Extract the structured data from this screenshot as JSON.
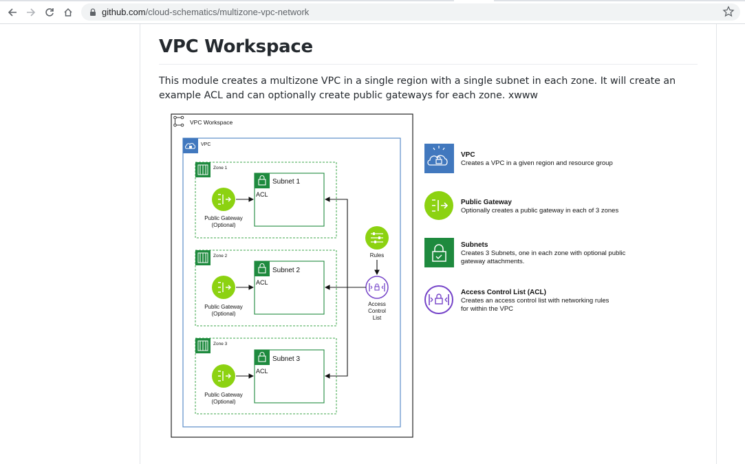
{
  "browser": {
    "url_host": "github.com",
    "url_path": "/cloud-schematics/multizone-vpc-network"
  },
  "readme": {
    "title": "VPC Workspace",
    "description": "This module creates a multizone VPC in a single region with a single subnet in each zone. It will create an example ACL and can optionally create public gateways for each zone. xwww"
  },
  "diagram": {
    "workspace_label": "VPC Workspace",
    "vpc_label": "VPC",
    "zones": [
      {
        "label": "Zone 1",
        "subnet": "Subnet 1",
        "acl": "ACL",
        "gateway_line1": "Public Gateway",
        "gateway_line2": "(Optional)"
      },
      {
        "label": "Zone 2",
        "subnet": "Subnet 2",
        "acl": "ACL",
        "gateway_line1": "Public Gateway",
        "gateway_line2": "(Optional)"
      },
      {
        "label": "Zone 3",
        "subnet": "Subnet 3",
        "acl": "ACL",
        "gateway_line1": "Public Gateway",
        "gateway_line2": "(Optional)"
      }
    ],
    "rules_label": "Rules",
    "acl_line1": "Access",
    "acl_line2": "Control",
    "acl_line3": "List",
    "legend": [
      {
        "title": "VPC",
        "desc1": "Creates a VPC in a given region and resource group",
        "desc2": ""
      },
      {
        "title": "Public Gateway",
        "desc1": "Optionally creates a public gateway in each of 3 zones",
        "desc2": ""
      },
      {
        "title": "Subnets",
        "desc1": "Creates 3 Subnets, one in each zone with optional public",
        "desc2": "gateway attachments."
      },
      {
        "title": "Access Control List (ACL)",
        "desc1": "Creates an access control list with networking rules",
        "desc2": "for within the VPC"
      }
    ],
    "colors": {
      "vpc_blue": "#4178be",
      "gateway_green": "#8cd211",
      "subnet_green": "#1e8a3e",
      "acl_purple": "#7442c8",
      "zone_border": "#3ba64a"
    }
  }
}
